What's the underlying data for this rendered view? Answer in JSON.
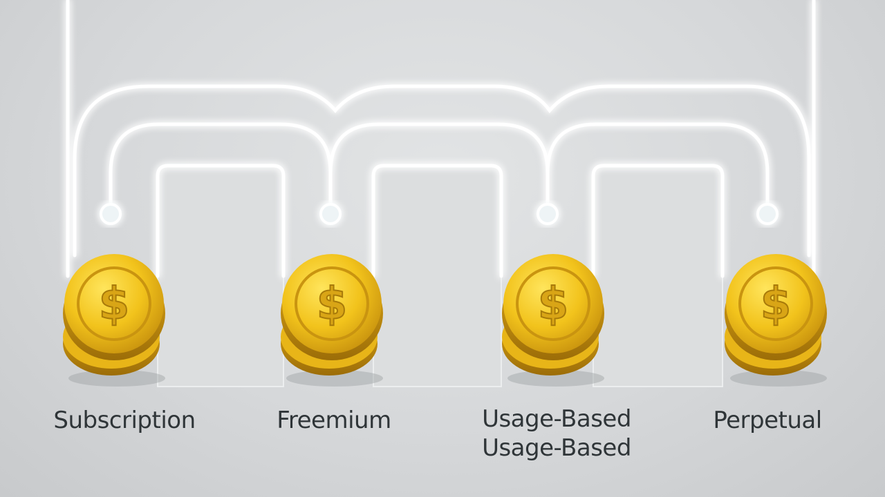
{
  "diagram": {
    "models": [
      {
        "id": "subscription",
        "label": "Subscription",
        "label_line2": "",
        "icon": "dollar-coin-stack-icon"
      },
      {
        "id": "freemium",
        "label": "Freemium",
        "label_line2": "",
        "icon": "dollar-coin-stack-icon"
      },
      {
        "id": "usage-based",
        "label": "Usage-Based",
        "label_line2": "Usage-Based",
        "icon": "dollar-coin-stack-icon"
      },
      {
        "id": "perpetual",
        "label": "Perpetual",
        "label_line2": "",
        "icon": "dollar-coin-stack-icon"
      }
    ],
    "coin_symbol": "$",
    "colors": {
      "background": "#d6d8da",
      "wire_glow": "#ffffff",
      "coin_gold": "#f2c31c",
      "coin_shadow": "#b8860b",
      "label_text": "#2f3538"
    }
  }
}
